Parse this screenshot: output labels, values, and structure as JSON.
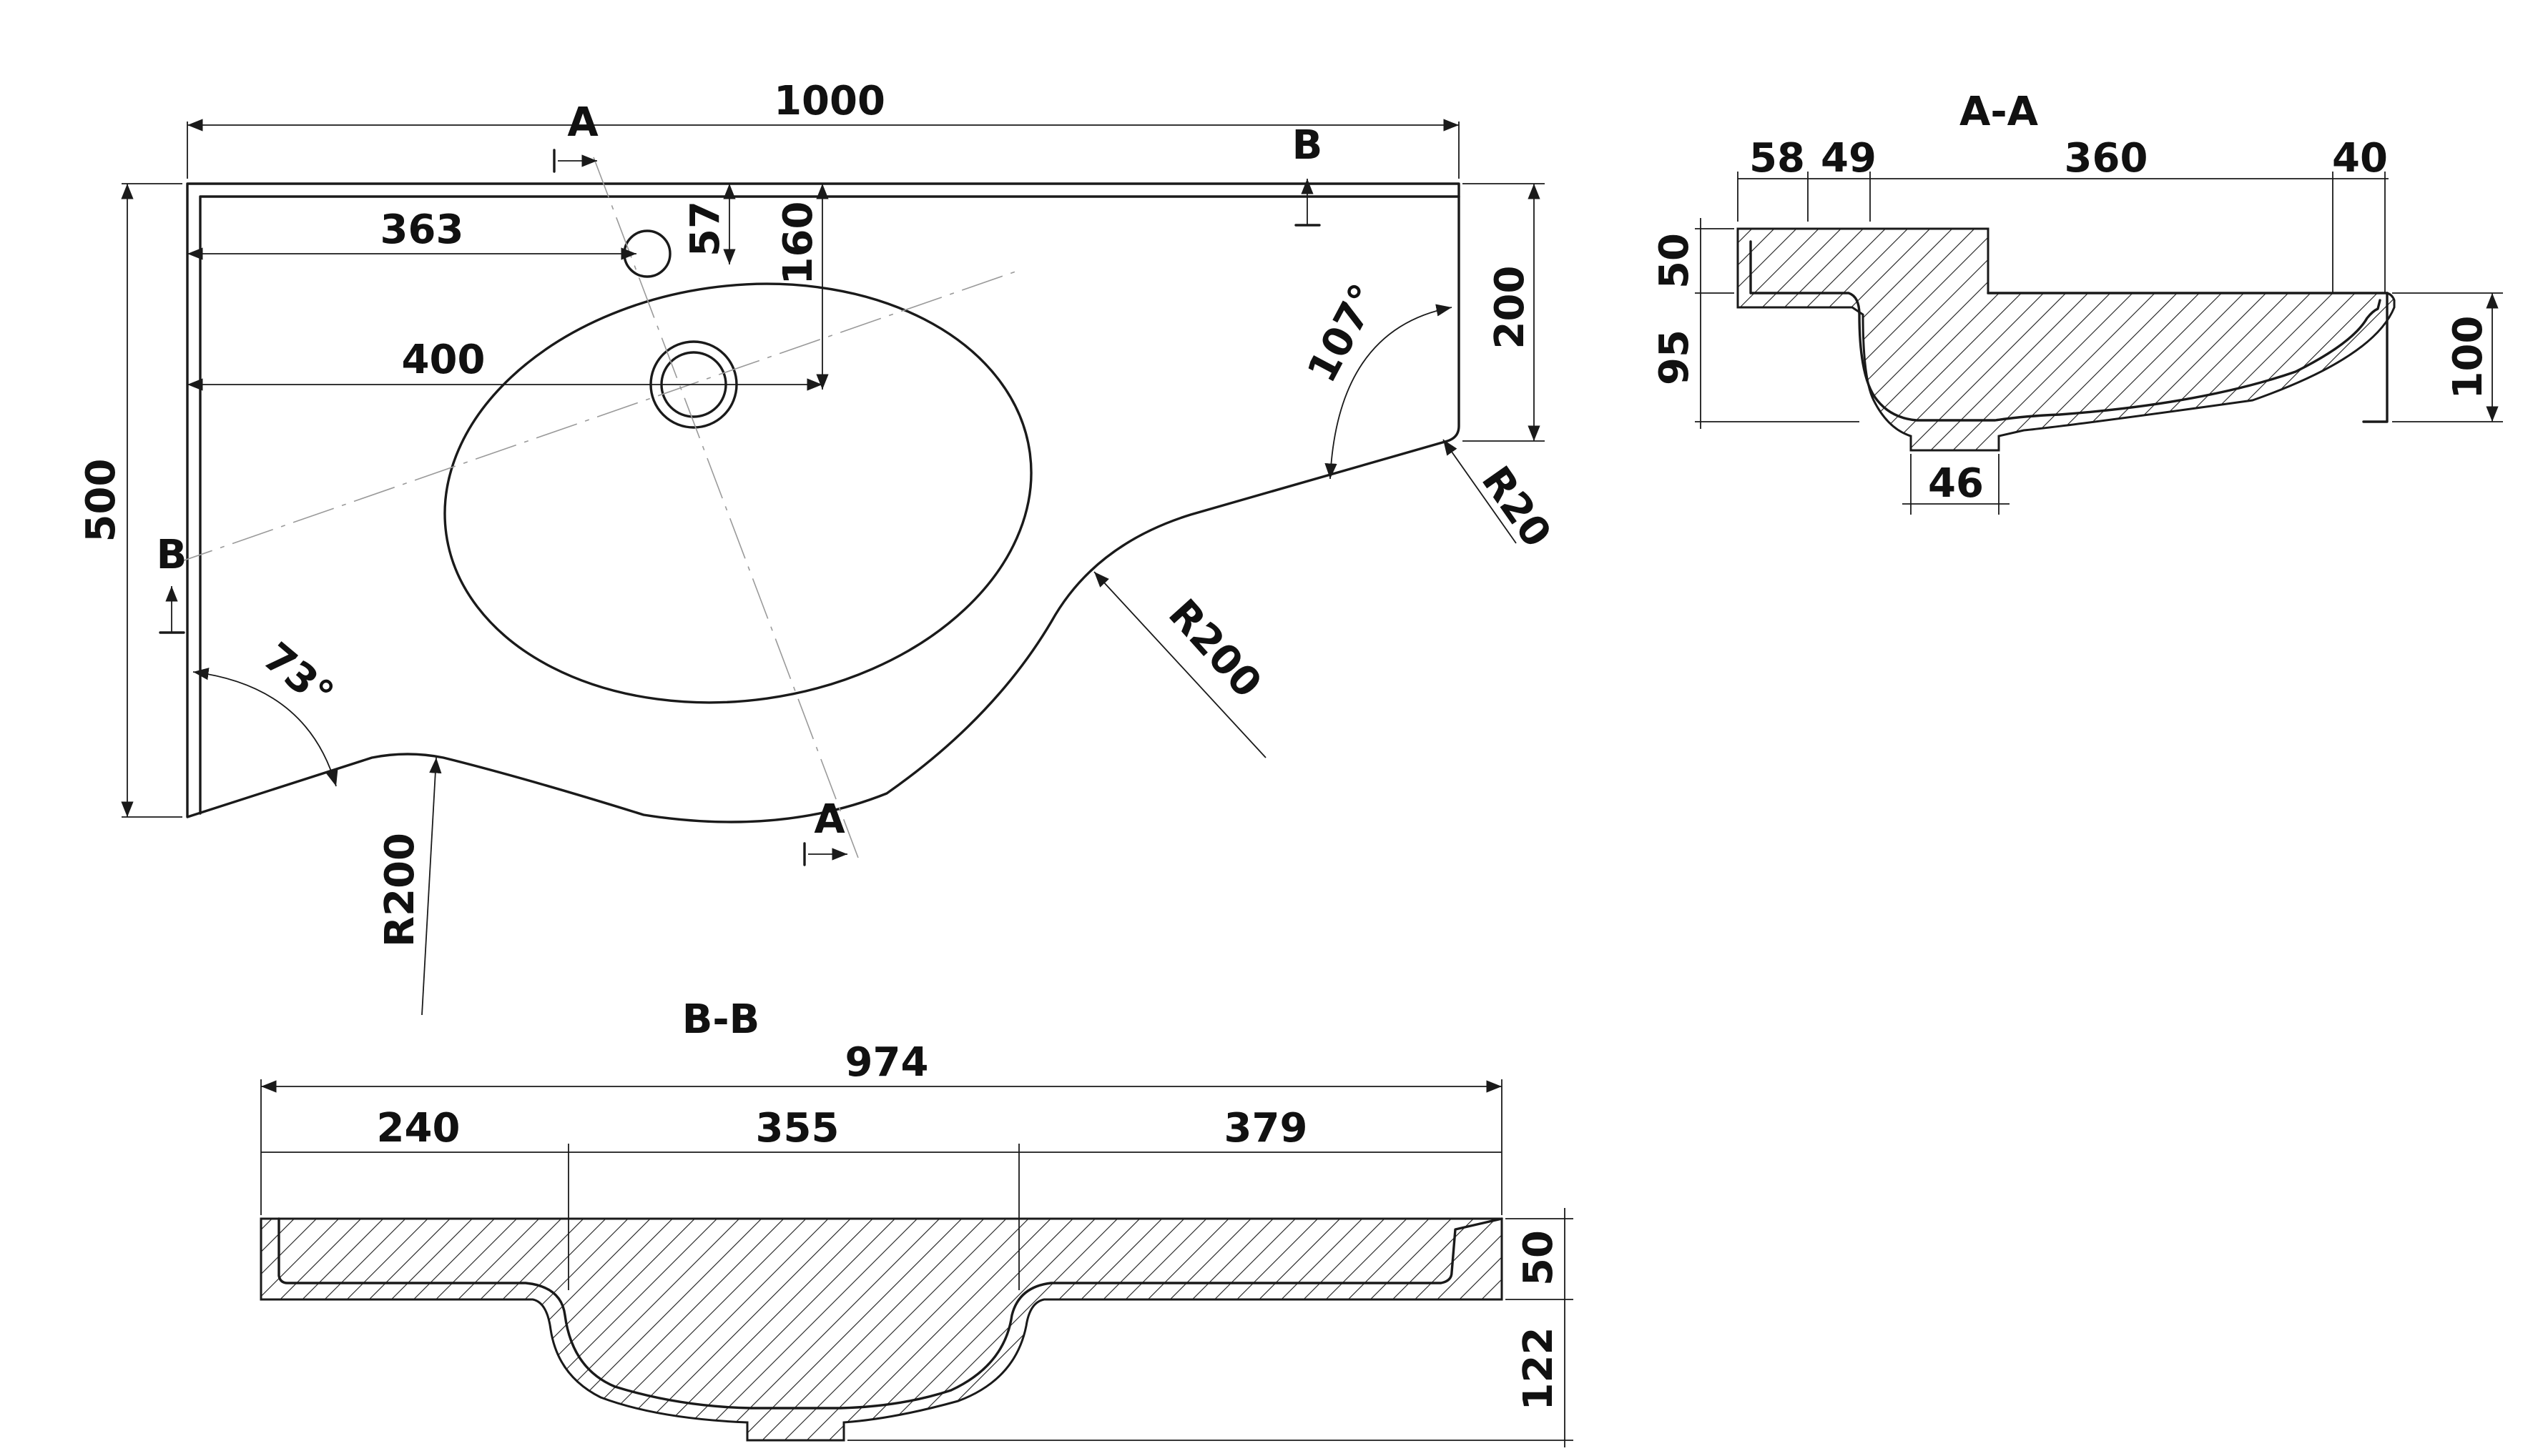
{
  "plan_view": {
    "dims": {
      "width_total": "1000",
      "depth_total": "500",
      "tap_offset_x": "363",
      "tap_offset_y": "57",
      "drain_offset_x": "400",
      "drain_offset_y": "160",
      "right_depth": "200",
      "angle_right": "107°",
      "angle_left": "73°",
      "radius_front_left": "R200",
      "radius_front_right": "R200",
      "radius_corner": "R20"
    },
    "section_markers": {
      "a_top": "A",
      "a_bottom": "A",
      "b_left": "B",
      "b_right": "B",
      "arrow_right": "I→",
      "arrow_up": "↑"
    }
  },
  "section_aa": {
    "title": "A-A",
    "dims": {
      "w1": "58",
      "w2": "49",
      "w3": "360",
      "w4": "40",
      "h_rim": "50",
      "h_bowl": "95",
      "h_total": "100",
      "drain_w": "46"
    }
  },
  "section_bb": {
    "title": "B-B",
    "dims": {
      "total": "974",
      "left": "240",
      "mid": "355",
      "right": "379",
      "h_rim": "50",
      "h_bowl": "122"
    }
  }
}
